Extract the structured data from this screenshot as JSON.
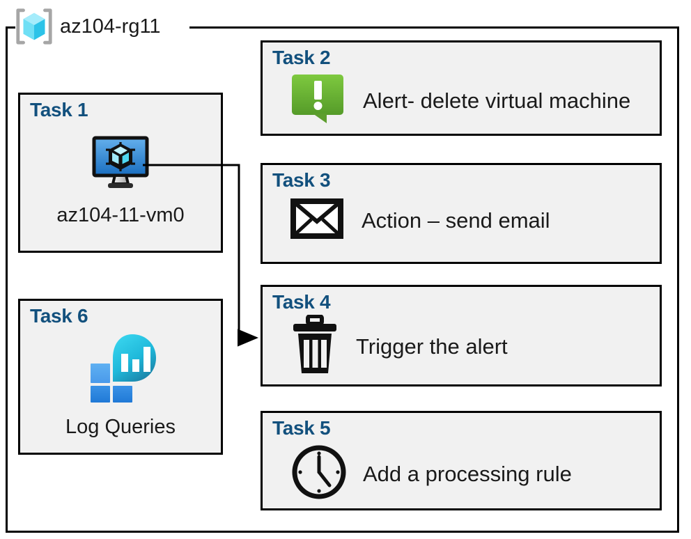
{
  "resource_group": {
    "icon": "azure-resource-group-icon",
    "label": "az104-rg11"
  },
  "panels": [
    {
      "id": "task-1",
      "title": "Task 1",
      "icon": "virtual-machine-icon",
      "label": "az104-11-vm0",
      "layout": "vertical"
    },
    {
      "id": "task-6",
      "title": "Task 6",
      "icon": "log-analytics-icon",
      "label": "Log Queries",
      "layout": "vertical"
    },
    {
      "id": "task-2",
      "title": "Task 2",
      "icon": "alert-exclamation-icon",
      "label": "Alert- delete virtual machine",
      "layout": "horizontal"
    },
    {
      "id": "task-3",
      "title": "Task 3",
      "icon": "envelope-icon",
      "label": "Action – send email",
      "layout": "horizontal"
    },
    {
      "id": "task-4",
      "title": "Task 4",
      "icon": "trash-can-icon",
      "label": "Trigger the alert",
      "layout": "horizontal"
    },
    {
      "id": "task-5",
      "title": "Task 5",
      "icon": "clock-icon",
      "label": "Add a processing rule",
      "layout": "horizontal"
    }
  ],
  "connector": {
    "name": "vm-to-trigger-connector",
    "from": "task-1",
    "to": "task-4",
    "arrow": "arrowhead-right"
  },
  "colors": {
    "title_blue": "#12507d",
    "panel_fill": "#f1f1f1",
    "border_black": "#000000",
    "alert_green_light": "#7cc242",
    "alert_green_dark": "#5d9e2e",
    "vm_blue_light": "#5fa8e8",
    "vm_blue_dark": "#1b6fc0",
    "log_cyan": "#32d0e8",
    "log_teal": "#1d8fae",
    "log_square_light": "#50a6ef",
    "log_square_dark": "#2585dd",
    "rg_cube_light": "#9ae8f7",
    "rg_cube_dark": "#33c8ee",
    "rg_bracket_gray": "#a6a6a6"
  }
}
